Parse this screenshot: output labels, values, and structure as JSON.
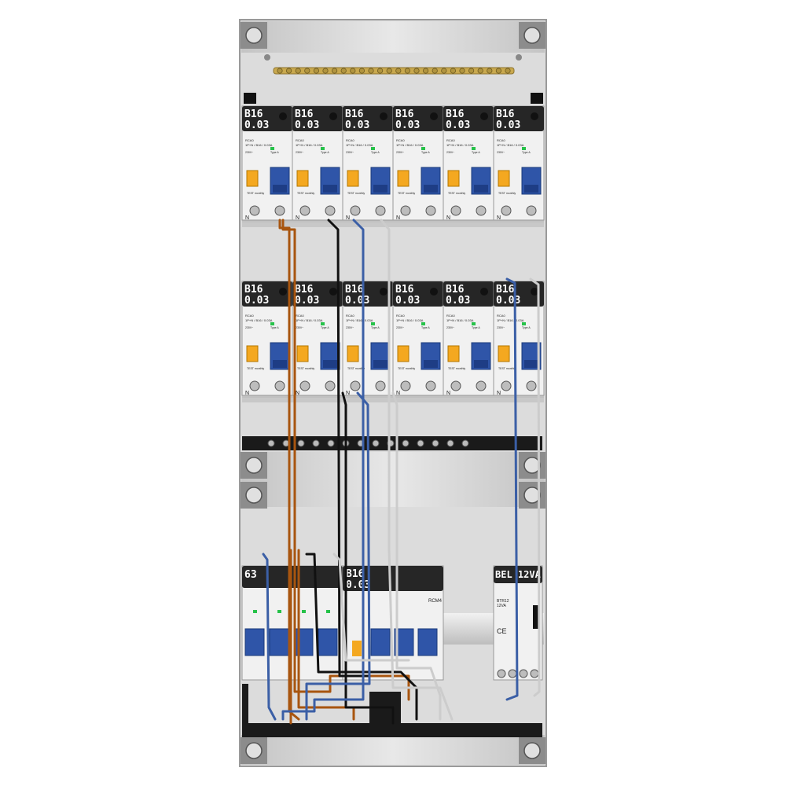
{
  "breaker_label": {
    "rating": "B16",
    "sensitivity": "0.03"
  },
  "breaker_text": {
    "model": "RCA0",
    "spec": "1P+N / B16 / 0.03A",
    "voltage": "230V~",
    "type": "Type A",
    "test": "TEST monthly",
    "neutral": "N"
  },
  "main_switch": {
    "rating": "63"
  },
  "rcm": {
    "rating": "B16",
    "sensitivity": "0.03",
    "name": "RCM4"
  },
  "bell": {
    "title": "BEL 12VA",
    "model": "BTR12",
    "power": "12VA",
    "ce": "CE"
  },
  "colors": {
    "frame": "#d6d6d6",
    "breaker_body": "#f1f1f1",
    "breaker_head": "#262626",
    "toggle": "#2f55a8",
    "test_button": "#f4a820",
    "wire_brown": "#a8550f",
    "wire_blue": "#3b5fa6",
    "wire_black": "#111111",
    "wire_grey": "#cccccc",
    "busbar": "#c9a94f"
  }
}
